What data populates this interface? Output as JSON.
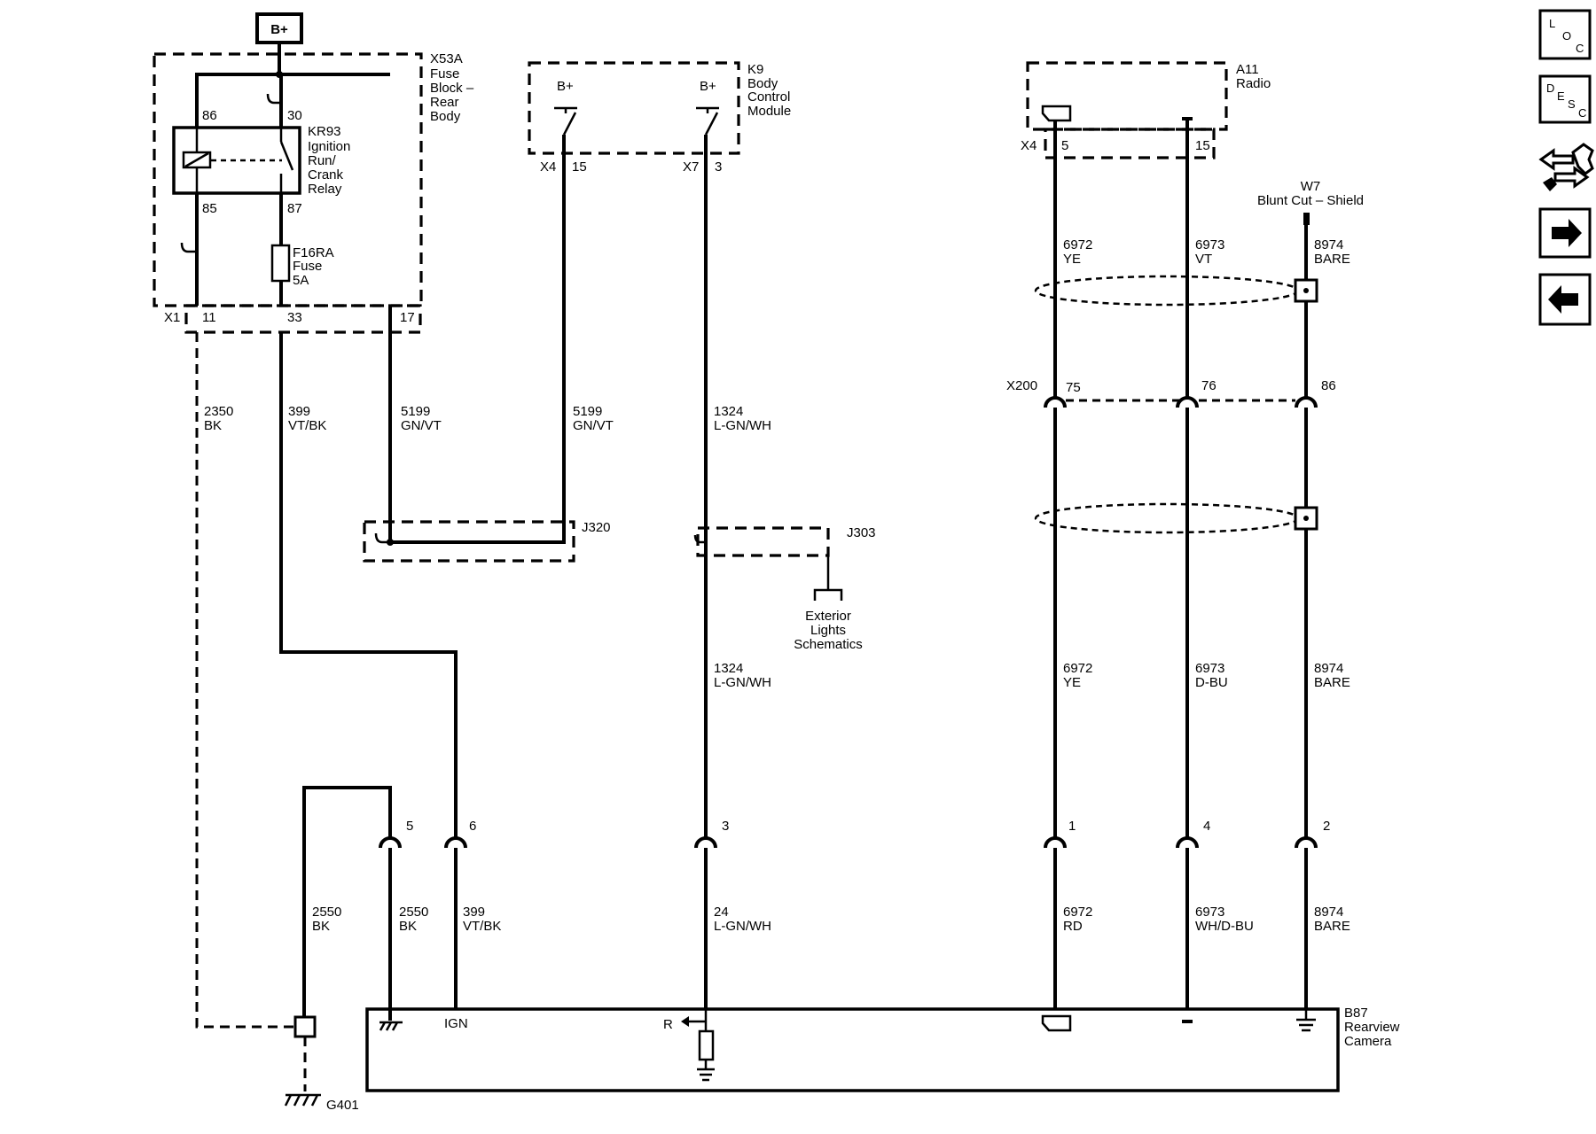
{
  "supply": {
    "label": "B+"
  },
  "fuse_block": {
    "id": "X53A",
    "name_lines": [
      "Fuse",
      "Block –",
      "Rear",
      "Body"
    ],
    "connector": "X1",
    "pins": [
      "11",
      "33",
      "17"
    ]
  },
  "relay": {
    "id": "KR93",
    "name_lines": [
      "Ignition",
      "Run/",
      "Crank",
      "Relay"
    ],
    "terminals": [
      "86",
      "30",
      "85",
      "87"
    ]
  },
  "fuse": {
    "id": "F16RA",
    "name": "Fuse",
    "rating": "5A"
  },
  "bcm": {
    "id": "K9",
    "name_lines": [
      "Body",
      "Control",
      "Module"
    ],
    "supplies": [
      "B+",
      "B+"
    ],
    "connectors": [
      {
        "name": "X4",
        "pin": "15"
      },
      {
        "name": "X7",
        "pin": "3"
      }
    ]
  },
  "radio": {
    "id": "A11",
    "name": "Radio",
    "connector": "X4",
    "pins": [
      "5",
      "15"
    ]
  },
  "shield": {
    "id": "W7",
    "name": "Blunt Cut – Shield"
  },
  "inline_x200": {
    "name": "X200",
    "pins": [
      "75",
      "76",
      "86"
    ]
  },
  "splices": {
    "j320": "J320",
    "j303": "J303"
  },
  "reference": {
    "lines": [
      "Exterior",
      "Lights",
      "Schematics"
    ]
  },
  "wires": {
    "w2350": {
      "circuit": "2350",
      "color": "BK"
    },
    "w399_upper": {
      "circuit": "399",
      "color": "VT/BK"
    },
    "w5199_left": {
      "circuit": "5199",
      "color": "GN/VT"
    },
    "w5199_right": {
      "circuit": "5199",
      "color": "GN/VT"
    },
    "w1324_upper": {
      "circuit": "1324",
      "color": "L-GN/WH"
    },
    "w6972_top": {
      "circuit": "6972",
      "color": "YE"
    },
    "w6973_top": {
      "circuit": "6973",
      "color": "VT"
    },
    "w8974_top": {
      "circuit": "8974",
      "color": "BARE"
    },
    "w1324_lower": {
      "circuit": "1324",
      "color": "L-GN/WH"
    },
    "w6972_mid": {
      "circuit": "6972",
      "color": "YE"
    },
    "w6973_mid": {
      "circuit": "6973",
      "color": "D-BU"
    },
    "w8974_mid": {
      "circuit": "8974",
      "color": "BARE"
    },
    "w2550_left": {
      "circuit": "2550",
      "color": "BK"
    },
    "w2550_right": {
      "circuit": "2550",
      "color": "BK"
    },
    "w399_lower": {
      "circuit": "399",
      "color": "VT/BK"
    },
    "w24": {
      "circuit": "24",
      "color": "L-GN/WH"
    },
    "w6972_bottom": {
      "circuit": "6972",
      "color": "RD"
    },
    "w6973_bottom": {
      "circuit": "6973",
      "color": "WH/D-BU"
    },
    "w8974_bottom": {
      "circuit": "8974",
      "color": "BARE"
    }
  },
  "camera_connector_pins": [
    "5",
    "6",
    "3",
    "1",
    "4",
    "2"
  ],
  "camera": {
    "id": "B87",
    "name_lines": [
      "Rearview",
      "Camera"
    ],
    "ign": "IGN",
    "r": "R"
  },
  "ground": {
    "id": "G401"
  },
  "nav": {
    "loc": [
      "L",
      "O",
      "C"
    ],
    "desc": [
      "D",
      "E",
      "S",
      "C"
    ],
    "icons": [
      "connector-end-view-icon",
      "next-arrow-icon",
      "previous-arrow-icon"
    ]
  }
}
